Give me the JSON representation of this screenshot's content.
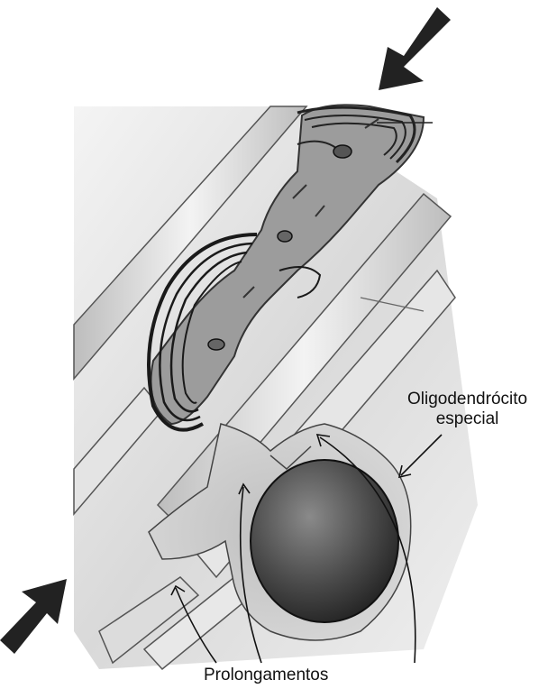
{
  "labels": {
    "oligodendrocyte_line1": "Oligodendrócito",
    "oligodendrocyte_line2": "especial",
    "processes": "Prolongamentos"
  },
  "colors": {
    "ink": "#111111",
    "tissue_light": "#e9e9e9",
    "tissue_mid": "#c9c9c9",
    "axon_body": "#9a9a9a",
    "nucleus_dark": "#3a3a3a"
  }
}
